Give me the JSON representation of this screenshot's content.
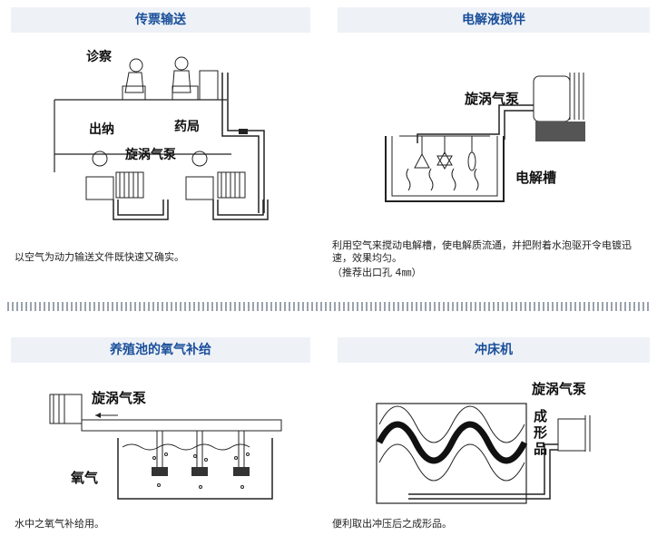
{
  "panels": {
    "transport": {
      "title": "传票输送",
      "labels": {
        "diagnosis": "诊察",
        "cashier": "出纳",
        "pharmacy": "药局",
        "pump": "旋涡气泵"
      },
      "desc": "以空气为动力输送文件既快速又确实。"
    },
    "electrolyte": {
      "title": "电解液搅伴",
      "labels": {
        "pump": "旋涡气泵",
        "tank": "电解槽"
      },
      "desc": "利用空气来搅动电解槽，使电解质流通，并把附着水泡驱开令电镀迅速，效果均匀。",
      "note": "（推荐出口孔 4㎜）"
    },
    "aquaculture": {
      "title": "养殖池的氧气补给",
      "labels": {
        "pump": "旋涡气泵",
        "oxygen": "氧气"
      },
      "desc": "水中之氧气补给用。"
    },
    "press": {
      "title": "冲床机",
      "labels": {
        "pump": "旋涡气泵",
        "product": "成形品"
      },
      "desc": "便利取出冲压后之成形品。"
    }
  },
  "colors": {
    "title_text": "#1a4f9a",
    "title_bg": "#eef2f7",
    "line": "#222222"
  }
}
